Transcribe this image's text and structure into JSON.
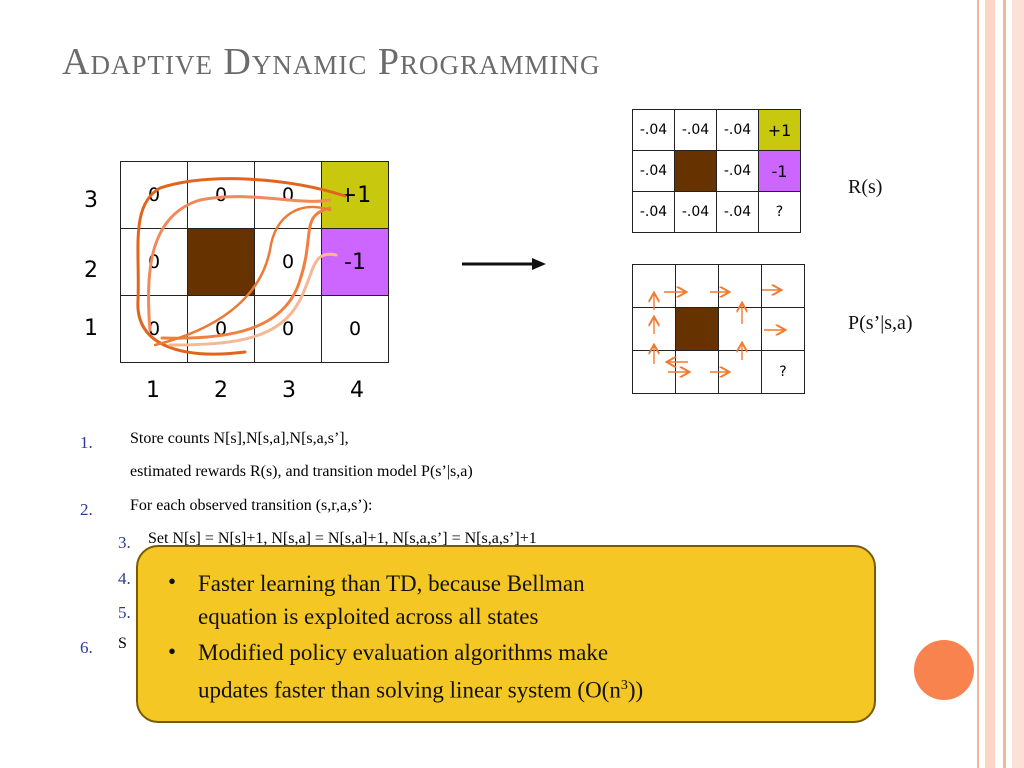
{
  "title": "Adaptive Dynamic Programming",
  "main_grid": {
    "rows": [
      [
        "0",
        "0",
        "0",
        "+1"
      ],
      [
        "0",
        "",
        "0",
        "-1"
      ],
      [
        "0",
        "0",
        "0",
        "0"
      ]
    ],
    "row_labels": [
      "3",
      "2",
      "1"
    ],
    "col_labels": [
      "1",
      "2",
      "3",
      "4"
    ]
  },
  "reward_grid": {
    "rows": [
      [
        "-.04",
        "-.04",
        "-.04",
        "+1"
      ],
      [
        "-.04",
        "",
        "-.04",
        "-1"
      ],
      [
        "-.04",
        "-.04",
        "-.04",
        "?"
      ]
    ],
    "label": "R(s)"
  },
  "transition_grid": {
    "unknown": "?",
    "label": "P(s’|s,a)"
  },
  "list": {
    "item1_num": "1.",
    "item1_line1": "Store counts N[s],N[s,a],N[s,a,s’],",
    "item1_line2": "estimated rewards R(s), and transition model P(s’|s,a)",
    "item2_num": "2.",
    "item2_text": "For each observed transition (s,r,a,s’):",
    "item3_num": "3.",
    "item3_text": "Set N[s] = N[s]+1, N[s,a] = N[s,a]+1, N[s,a,s’] = N[s,a,s’]+1",
    "item4_num": "4.",
    "item5_num": "5.",
    "item6_num": "6.",
    "item6_text": "S"
  },
  "callout": {
    "bullet": "•",
    "b1_line1": "Faster learning than TD, because Bellman",
    "b1_line2": "equation is exploited across all states",
    "b2_line1": "Modified policy evaluation algorithms make",
    "b2_line2_prefix": "updates faster than solving linear system (O(n",
    "b2_sup": "3",
    "b2_suffix": "))"
  },
  "colors": {
    "goal": "#c8c80f",
    "pit": "#cc66ff",
    "wall": "#663300",
    "arrow": "#f07a30",
    "callout": "#f4c724"
  }
}
